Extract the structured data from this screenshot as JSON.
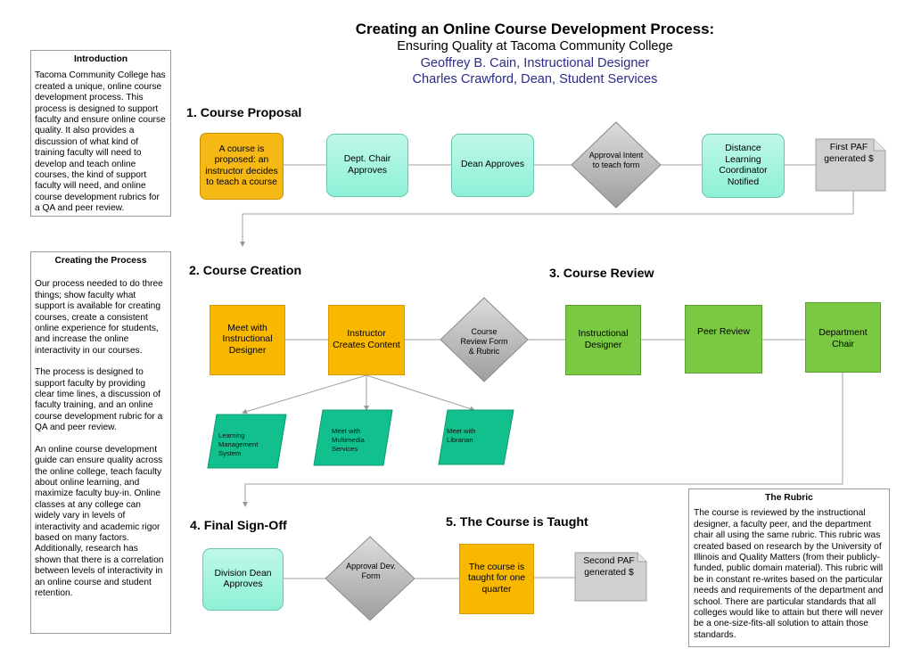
{
  "title": {
    "main": "Creating an Online Course Development Process:",
    "subtitle": "Ensuring Quality at Tacoma Community College",
    "author1": "Geoffrey B. Cain, Instructional Designer",
    "author2": "Charles Crawford, Dean, Student Services"
  },
  "intro": {
    "heading": "Introduction",
    "text": "Tacoma Community College has created a unique, online course development process. This process is designed to support faculty and  ensure online course quality. It also provides a discussion of what kind of training faculty will need to develop and teach online courses, the kind of support faculty will need, and online course development rubrics for a QA and peer review."
  },
  "creating": {
    "heading": "Creating the Process",
    "p1": "Our process needed to do three things; show faculty what support is available for creating courses, create a consistent online experience for students, and increase the online interactivity in our courses.",
    "p2": "The process is designed to support faculty by providing clear time lines, a discussion of faculty training, and an online course development rubric  for a QA and peer review.",
    "p3": "An online course development guide can ensure quality across the online college, teach faculty about online learning, and maximize faculty buy-in. Online classes at any college can widely vary in levels of interactivity and academic rigor based on many factors. Additionally, research has shown that there is a correlation between levels of interactivity in an online course and student retention."
  },
  "rubric": {
    "heading": "The Rubric",
    "text": "The course is reviewed by the instructional designer, a faculty peer, and the department chair all using the same rubric. This rubric was created based on research by the University of Illinois and Quality Matters (from their publicly-funded, public domain material).  This rubric will be in constant  re-writes based on the particular needs and requirements of the department and school. There are particular standards that all colleges would like to attain but there will never be a one-size-fits-all solution to attain those standards."
  },
  "sections": {
    "s1": "1. Course Proposal",
    "s2": "2. Course Creation",
    "s3": "3. Course Review",
    "s4": "4. Final Sign-Off",
    "s5": "5. The Course is Taught"
  },
  "nodes": {
    "proposal": "A course is proposed: an instructor decides to teach a course",
    "dept_chair": "Dept. Chair Approves",
    "dean": "Dean Approves",
    "approval_intent": "Approval Intent to teach form",
    "dlc": "Distance Learning Coordinator Notified",
    "first_paf": "First PAF generated $",
    "meet_id": "Meet with Instructional Designer",
    "instructor_creates": "Instructor Creates Content",
    "course_review_form": "Course Review Form & Rubric",
    "instructional_designer": "Instructional Designer",
    "peer_review": "Peer Review",
    "dept_chair2": "Department Chair",
    "lms": "Learning Management System",
    "multimedia": "Meet with Multimedia Services",
    "librarian": "Meet with Librarian",
    "division_dean": "Division Dean Approves",
    "approval_dev": "Approval Dev. Form",
    "taught": "The course is taught for one quarter",
    "second_paf": "Second PAF generated $"
  },
  "colors": {
    "orange": "#f5b815",
    "teal": "#9ff2dc",
    "green": "#7ac943",
    "emerald": "#11c28f",
    "diamond": "#a8a8a8",
    "doc": "#cfcfcf",
    "author_blue": "#2b2b8c"
  }
}
